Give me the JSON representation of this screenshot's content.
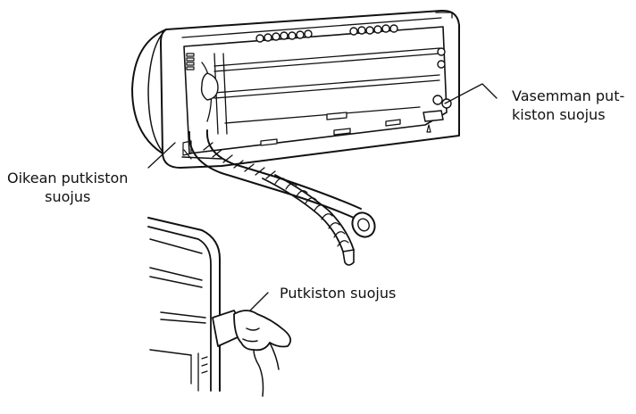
{
  "callouts": {
    "left_piping_cover": [
      "Vasemman put-",
      "kiston suojus"
    ],
    "right_piping_cover": [
      "Oikean putkiston",
      "suojus"
    ],
    "piping_cover": "Putkiston suojus"
  },
  "colors": {
    "ink": "#111111",
    "background": "#ffffff"
  }
}
